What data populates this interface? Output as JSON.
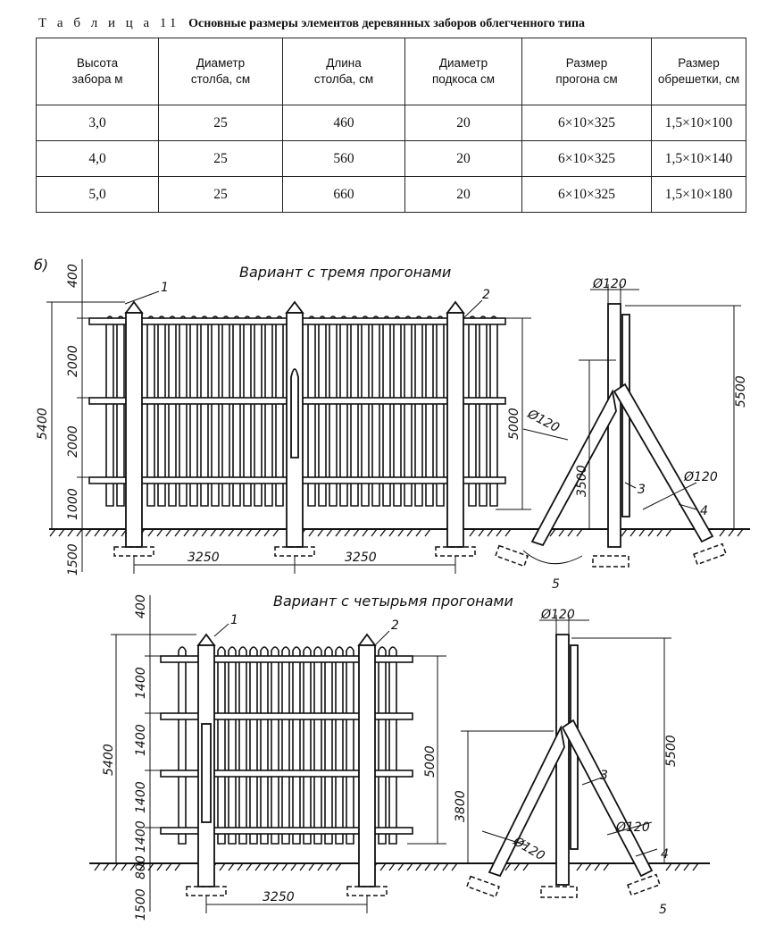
{
  "caption": {
    "label": "Т а б л и ц а  11",
    "title": "Основные размеры элементов деревянных заборов облегченного типа"
  },
  "table": {
    "headers": [
      [
        "Высота",
        "забора  м"
      ],
      [
        "Диаметр",
        "столба, см"
      ],
      [
        "Длина",
        "столба, см"
      ],
      [
        "Диаметр",
        "подкоса  см"
      ],
      [
        "Размер",
        "прогона  см"
      ],
      [
        "Размер",
        "обрешетки, см"
      ]
    ],
    "rows": [
      [
        "3,0",
        "25",
        "460",
        "20",
        "6×10×325",
        "1,5×10×100"
      ],
      [
        "4,0",
        "25",
        "560",
        "20",
        "6×10×325",
        "1,5×10×140"
      ],
      [
        "5,0",
        "25",
        "660",
        "20",
        "6×10×325",
        "1,5×10×180"
      ]
    ]
  },
  "drawing": {
    "fig_label": "б)",
    "variant1": {
      "title": "Вариант с тремя прогонами",
      "dims_vertical": [
        "400",
        "2000",
        "2000",
        "1000",
        "1500"
      ],
      "dim_total": "5400",
      "dim_inner": "5000",
      "dims_horizontal": [
        "3250",
        "3250"
      ],
      "callouts": [
        "1",
        "2"
      ],
      "side": {
        "diam_top": "Ø120",
        "diam_brace": "Ø120",
        "diam_brace2": "Ø120",
        "dim_height": "5500",
        "dim_brace": "3500",
        "callouts": [
          "3",
          "4",
          "5"
        ]
      }
    },
    "variant2": {
      "title": "Вариант с четырьмя прогонами",
      "dims_vertical": [
        "400",
        "1400",
        "1400",
        "1400",
        "1400",
        "800",
        "1500"
      ],
      "dim_total": "5400",
      "dim_inner": "5000",
      "dims_horizontal": [
        "3250"
      ],
      "callouts": [
        "1",
        "2"
      ],
      "side": {
        "diam_top": "Ø120",
        "diam_brace": "Ø120",
        "diam_brace2": "Ø120",
        "dim_height": "5500",
        "dim_brace": "3800",
        "callouts": [
          "3",
          "4",
          "5"
        ]
      }
    }
  }
}
